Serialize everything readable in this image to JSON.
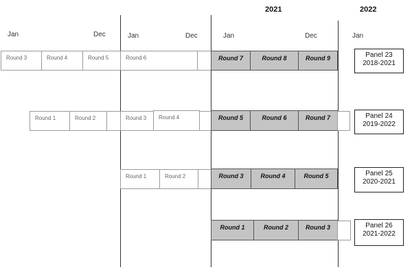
{
  "headers": {
    "years": [
      "2021",
      "2022"
    ],
    "months": [
      "Jan",
      "Dec",
      "Jan",
      "Dec",
      "Jan",
      "Dec",
      "Jan"
    ]
  },
  "panels": [
    {
      "name": "Panel 23",
      "years": "2018-2021",
      "rounds": [
        "Round 3",
        "Round 4",
        "Round 5",
        "Round 6",
        "Round 7",
        "Round 8",
        "Round 9"
      ]
    },
    {
      "name": "Panel 24",
      "years": "2019-2022",
      "rounds": [
        "Round 1",
        "Round 2",
        "Round 3",
        "Round 4",
        "Round 5",
        "Round 6",
        "Round 7"
      ]
    },
    {
      "name": "Panel 25",
      "years": "2020-2021",
      "rounds": [
        "Round 1",
        "Round 2",
        "Round 3",
        "Round 4",
        "Round 5"
      ]
    },
    {
      "name": "Panel 26",
      "years": "2021-2022",
      "rounds": [
        "Round 1",
        "Round 2",
        "Round 3"
      ]
    }
  ],
  "colors": {
    "current_year_fill": "#c4c4c4",
    "past_round_border": "#9a9a9a",
    "divider_line": "#333333"
  }
}
